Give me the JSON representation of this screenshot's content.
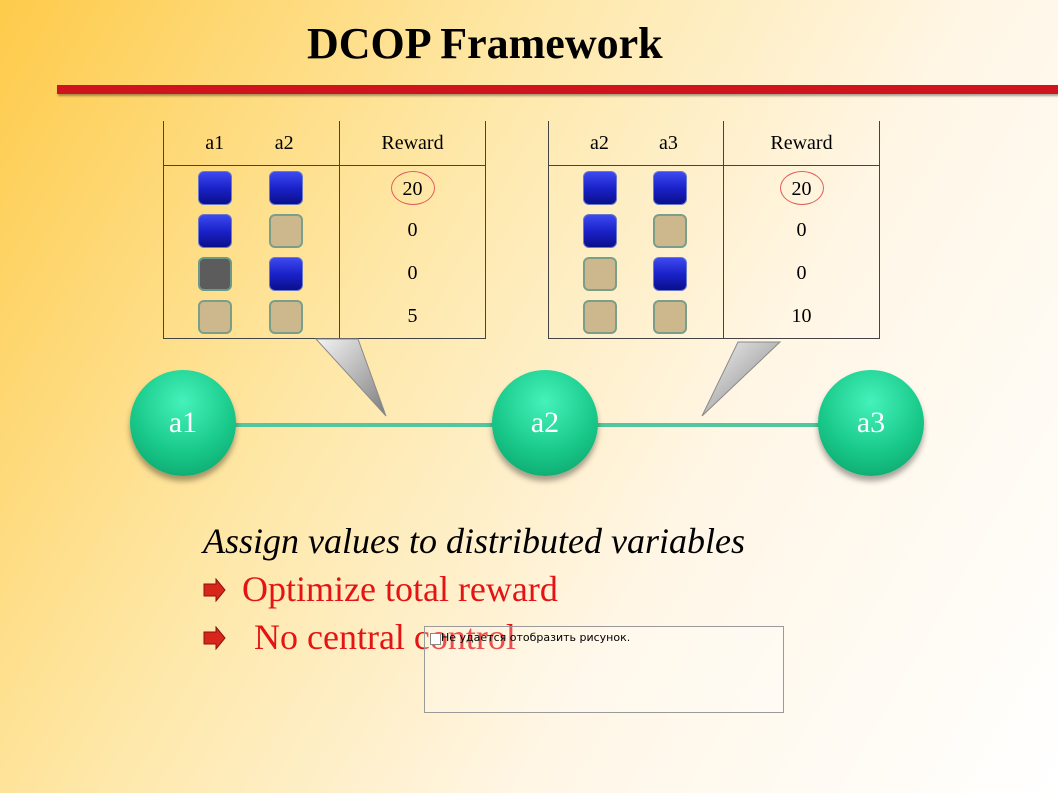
{
  "title": "DCOP Framework",
  "table1": {
    "headers": [
      "a1",
      "a2",
      "Reward"
    ],
    "rows": [
      {
        "c1": "blue",
        "c2": "blue",
        "reward": "20",
        "circled": true
      },
      {
        "c1": "blue",
        "c2": "tan",
        "reward": "0",
        "circled": false
      },
      {
        "c1": "gray",
        "c2": "blue",
        "reward": "0",
        "circled": false
      },
      {
        "c1": "tan",
        "c2": "tan",
        "reward": "5",
        "circled": false
      }
    ]
  },
  "table2": {
    "headers": [
      "a2",
      "a3",
      "Reward"
    ],
    "rows": [
      {
        "c1": "blue",
        "c2": "blue",
        "reward": "20",
        "circled": true
      },
      {
        "c1": "blue",
        "c2": "tan",
        "reward": "0",
        "circled": false
      },
      {
        "c1": "tan",
        "c2": "blue",
        "reward": "0",
        "circled": false
      },
      {
        "c1": "tan",
        "c2": "tan",
        "reward": "10",
        "circled": false
      }
    ]
  },
  "nodes": [
    "a1",
    "a2",
    "a3"
  ],
  "text": {
    "heading": "Assign values to distributed variables",
    "bullet1": "Optimize total reward",
    "bullet2": "No central control"
  },
  "placeholder": {
    "message": "Не удается отобразить рисунок."
  },
  "colors": {
    "blue": "#1b22c9",
    "tan": "#cdb88d",
    "gray": "#5c5c5c",
    "node": "#19c98a",
    "title_rule": "#d0141e",
    "bullet_text": "#e51414"
  }
}
